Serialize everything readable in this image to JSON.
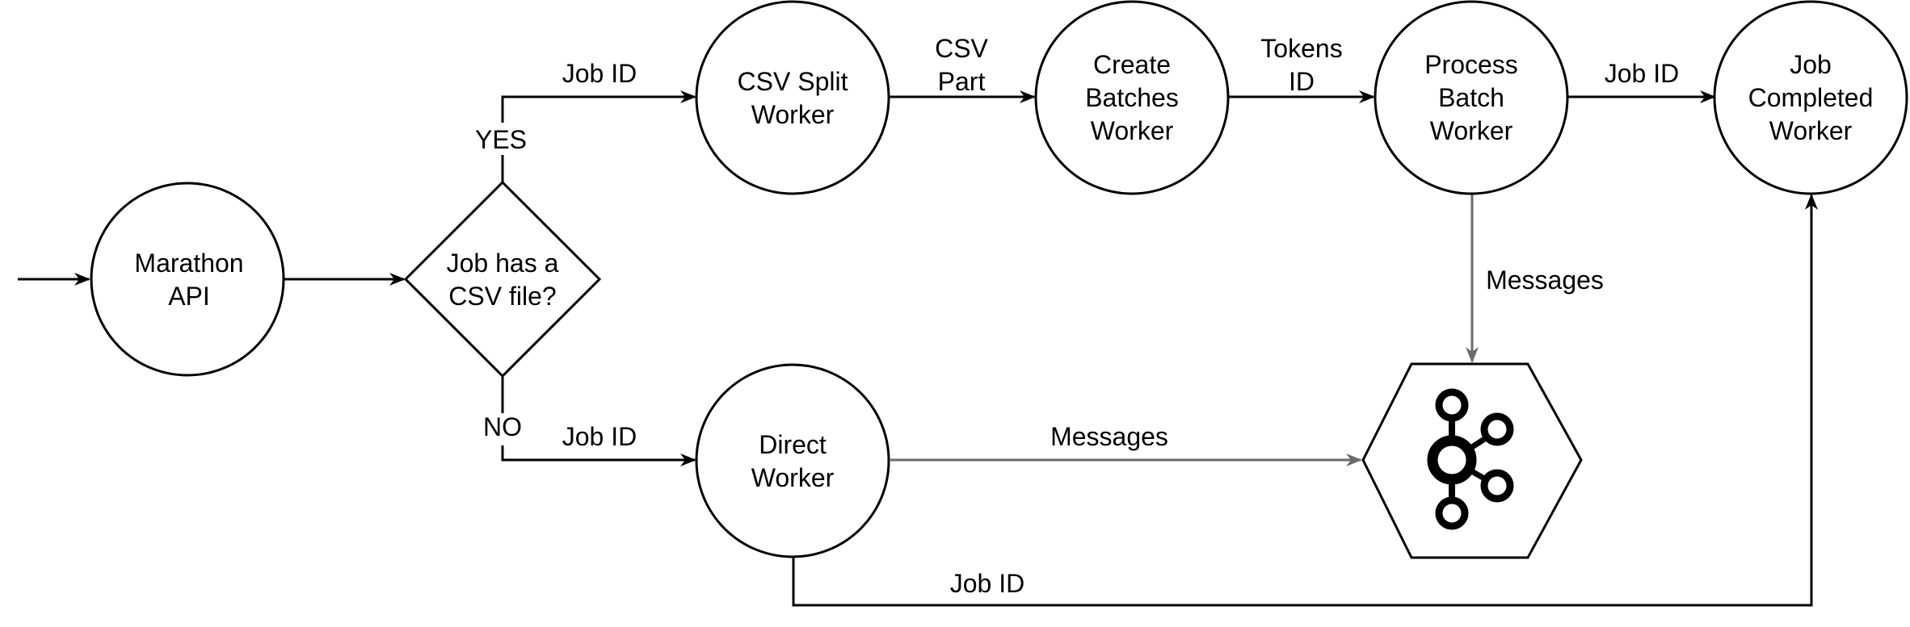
{
  "nodes": {
    "marathon_api": {
      "lines": [
        "Marathon",
        "API"
      ]
    },
    "decision": {
      "lines": [
        "Job has a",
        "CSV file?"
      ]
    },
    "csv_split": {
      "lines": [
        "CSV Split",
        "Worker"
      ]
    },
    "create_batches": {
      "lines": [
        "Create",
        "Batches",
        "Worker"
      ]
    },
    "process_batch": {
      "lines": [
        "Process",
        "Batch",
        "Worker"
      ]
    },
    "job_completed": {
      "lines": [
        "Job",
        "Completed",
        "Worker"
      ]
    },
    "direct_worker": {
      "lines": [
        "Direct",
        "Worker"
      ]
    },
    "kafka": {
      "icon": "kafka-icon"
    }
  },
  "edges": {
    "yes_label": "YES",
    "no_label": "NO",
    "to_csv_split": "Job ID",
    "to_create_batches": [
      "CSV",
      "Part"
    ],
    "to_process_batch": [
      "Tokens",
      "ID"
    ],
    "to_job_completed": "Job ID",
    "batch_messages": "Messages",
    "to_direct_worker": "Job ID",
    "direct_messages": "Messages",
    "direct_to_completed": "Job ID"
  },
  "colors": {
    "stroke": "#000000",
    "gray_edge": "#6b6b6b",
    "background": "#ffffff"
  }
}
